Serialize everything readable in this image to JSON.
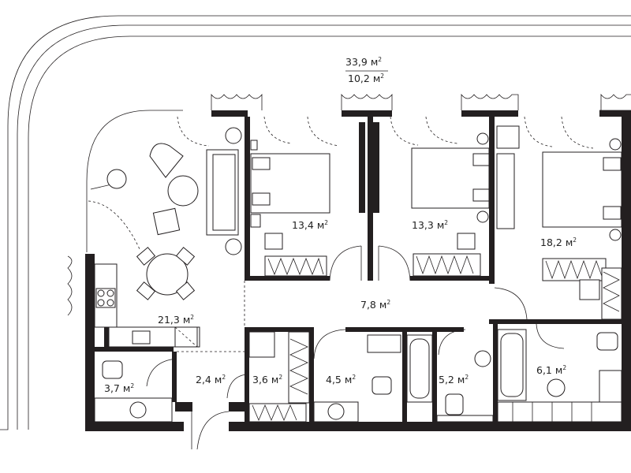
{
  "plan": {
    "unit": "м",
    "unit_sup": "2",
    "terrace": {
      "area_total": "33,9",
      "area_partial": "10,2"
    },
    "rooms": [
      {
        "id": "bedroom-1",
        "area": "13,4"
      },
      {
        "id": "bedroom-2",
        "area": "13,3"
      },
      {
        "id": "bedroom-3",
        "area": "18,2"
      },
      {
        "id": "hall",
        "area": "7,8"
      },
      {
        "id": "living-kitchen",
        "area": "21,3"
      },
      {
        "id": "bathroom-1",
        "area": "3,7"
      },
      {
        "id": "entrance",
        "area": "2,4"
      },
      {
        "id": "laundry",
        "area": "3,6"
      },
      {
        "id": "bathroom-2",
        "area": "4,5"
      },
      {
        "id": "bathroom-3",
        "area": "5,2"
      },
      {
        "id": "bathroom-4",
        "area": "6,1"
      }
    ]
  }
}
